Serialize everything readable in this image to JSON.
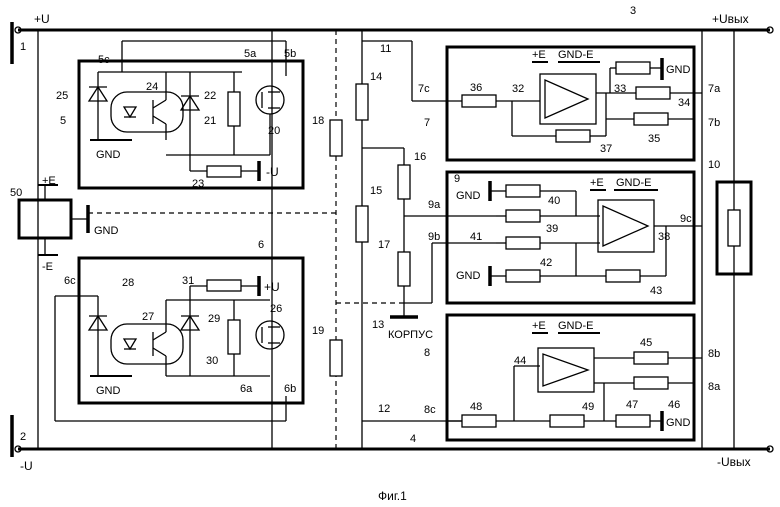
{
  "figure": {
    "caption": "Фиг.1",
    "rails": {
      "plus_u": "+U",
      "minus_u": "-U",
      "plus_out": "+Uвых",
      "minus_out": "-Uвых"
    },
    "ground": "GND",
    "chassis": "КОРПУС",
    "supply": {
      "plus_e": "+E",
      "minus_e": "-E",
      "opamp_pins": "GND-E"
    },
    "component_numbers": [
      "1",
      "2",
      "3",
      "4",
      "5",
      "5a",
      "5b",
      "5c",
      "6",
      "6a",
      "6b",
      "6c",
      "7",
      "7a",
      "7b",
      "7c",
      "8",
      "8a",
      "8b",
      "8c",
      "9",
      "9a",
      "9b",
      "9c",
      "10",
      "11",
      "12",
      "13",
      "14",
      "15",
      "16",
      "17",
      "18",
      "19",
      "20",
      "21",
      "22",
      "23",
      "24",
      "25",
      "26",
      "27",
      "28",
      "29",
      "30",
      "31",
      "32",
      "33",
      "34",
      "35",
      "36",
      "37",
      "38",
      "39",
      "40",
      "41",
      "42",
      "43",
      "44",
      "45",
      "46",
      "47",
      "48",
      "49",
      "50"
    ],
    "module_upper_supply": "-U",
    "module_lower_supply": "+U"
  }
}
